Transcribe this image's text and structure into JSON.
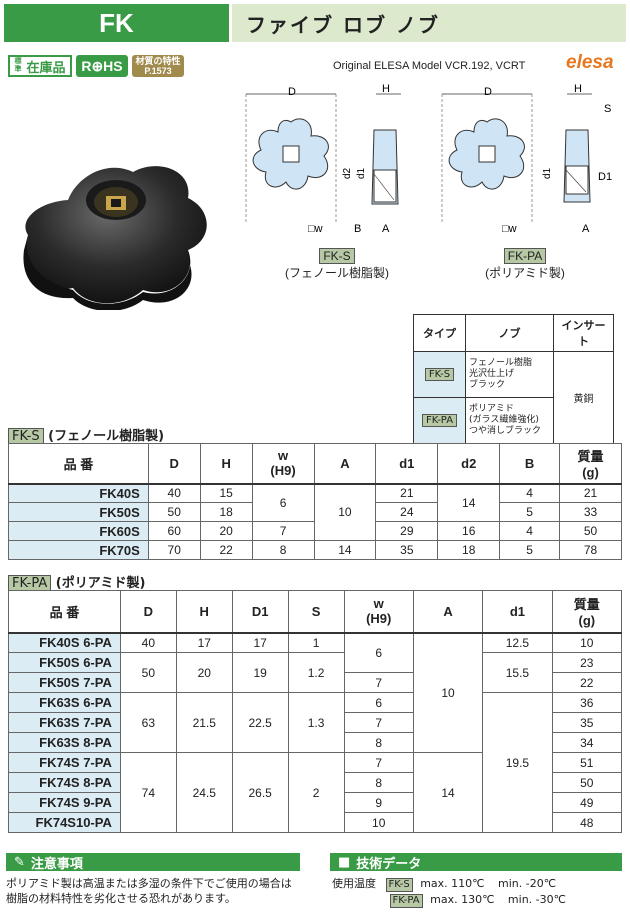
{
  "header": {
    "code": "FK",
    "name": "ファイブ ロブ ノブ"
  },
  "badges": {
    "std_small": "標準",
    "std": "在庫品",
    "rohs": "R⊕HS",
    "mat_top": "材質の特性",
    "mat_bottom": "P.1573"
  },
  "original": "Original ELESA Model VCR.192, VCRT",
  "brand": "elesa",
  "drawing_labels": {
    "D": "D",
    "H": "H",
    "d2": "d2",
    "d1": "d1",
    "w": "□w",
    "B": "B",
    "A": "A",
    "S": "S",
    "D1": "D1"
  },
  "drawings": [
    {
      "tag": "FK-S",
      "caption": "(フェノール樹脂製)"
    },
    {
      "tag": "FK-PA",
      "caption": "(ポリアミド製)"
    }
  ],
  "type_table": {
    "headers": [
      "タイプ",
      "ノブ",
      "インサート"
    ],
    "rows": [
      {
        "type": "FK-S",
        "knob": [
          "フェノール樹脂",
          "光沢仕上げ",
          "ブラック"
        ]
      },
      {
        "type": "FK-PA",
        "knob": [
          "ポリアミド",
          "(ガラス繊維強化)",
          "つや消しブラック"
        ]
      }
    ],
    "insert": "黄銅"
  },
  "section1": {
    "tag": "FK-S",
    "title": "(フェノール樹脂製)"
  },
  "table1": {
    "headers": [
      "品 番",
      "D",
      "H",
      "w",
      "(H9)",
      "A",
      "d1",
      "d2",
      "B",
      "質量",
      "(g)"
    ],
    "rows": [
      [
        "FK40S",
        "40",
        "15",
        "6",
        "",
        "21",
        "",
        "4",
        "21"
      ],
      [
        "FK50S",
        "50",
        "18",
        "",
        "10",
        "24",
        "14",
        "5",
        "33"
      ],
      [
        "FK60S",
        "60",
        "20",
        "7",
        "",
        "29",
        "16",
        "4",
        "50"
      ],
      [
        "FK70S",
        "70",
        "22",
        "8",
        "14",
        "35",
        "18",
        "5",
        "78"
      ]
    ]
  },
  "section2": {
    "tag": "FK-PA",
    "title": "(ポリアミド製)"
  },
  "table2": {
    "headers": [
      "品 番",
      "D",
      "H",
      "D1",
      "S",
      "w",
      "(H9)",
      "A",
      "d1",
      "質量",
      "(g)"
    ],
    "part_numbers": [
      "FK40S 6-PA",
      "FK50S 6-PA",
      "FK50S 7-PA",
      "FK63S 6-PA",
      "FK63S 7-PA",
      "FK63S 8-PA",
      "FK74S 7-PA",
      "FK74S 8-PA",
      "FK74S 9-PA",
      "FK74S10-PA"
    ],
    "D": [
      "40",
      "50",
      "63",
      "74"
    ],
    "H": [
      "17",
      "20",
      "21.5",
      "24.5"
    ],
    "D1": [
      "17",
      "19",
      "22.5",
      "26.5"
    ],
    "S": [
      "1",
      "1.2",
      "1.3",
      "2"
    ],
    "w": [
      "6",
      "7",
      "6",
      "7",
      "8",
      "7",
      "8",
      "9",
      "10"
    ],
    "A": [
      "10",
      "14"
    ],
    "d1": [
      "12.5",
      "15.5",
      "19.5"
    ],
    "mass": [
      "10",
      "23",
      "22",
      "36",
      "35",
      "34",
      "51",
      "50",
      "49",
      "48"
    ]
  },
  "notes": {
    "title": "注意事項",
    "text_line1": "ポリアミド製は高温または多湿の条件下でご使用の場合は",
    "text_line2": "樹脂の材料特性を劣化させる恐れがあります。"
  },
  "tech": {
    "title": "技術データ",
    "label": "使用温度",
    "rows": [
      {
        "tag": "FK-S",
        "max": "max. 110℃",
        "min": "min. -20℃"
      },
      {
        "tag": "FK-PA",
        "max": "max. 130℃",
        "min": "min. -30℃"
      }
    ]
  },
  "colors": {
    "green": "#3a9b46",
    "light_green": "#dce9cc",
    "blue_cell": "#dcecf5",
    "tag_bg": "#b6c8a4",
    "brand_orange": "#e8781f"
  }
}
